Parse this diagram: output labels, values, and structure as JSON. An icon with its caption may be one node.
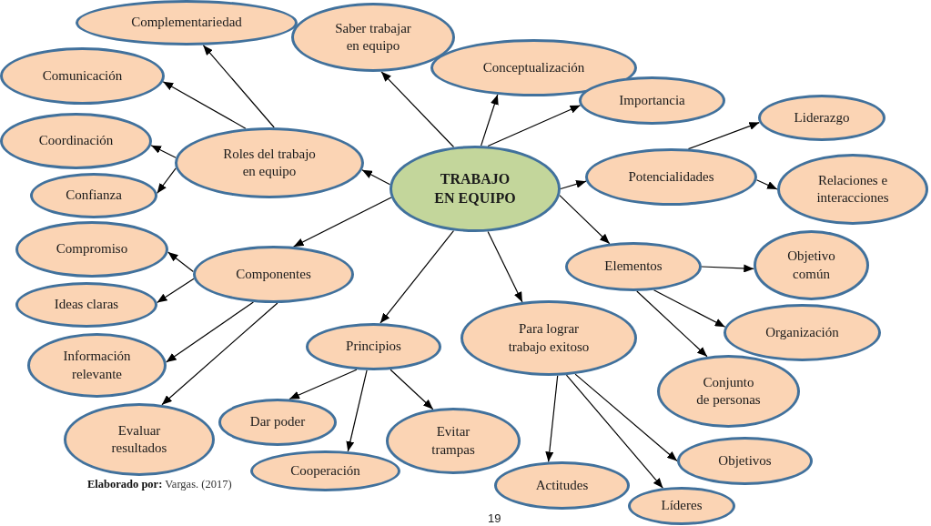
{
  "diagram": {
    "caption": "**Elaborado por:** Vargas. (2017)",
    "nodes": [
      {
        "text": [
          "TRABAJO EN EQUIPO"
        ]
      },
      {
        "text": [
          "Complementariedad"
        ]
      },
      {
        "text": [
          "Saber trabajar en equipo"
        ]
      },
      {
        "text": [
          "Conceptualización"
        ]
      },
      {
        "text": [
          "Importancia"
        ]
      },
      {
        "text": [
          "Roles del trabajo en equipo"
        ]
      },
      {
        "text": [
          "Comunicación"
        ]
      },
      {
        "text": [
          "Coordinación"
        ]
      },
      {
        "text": [
          "Confianza"
        ]
      },
      {
        "text": [
          "Potencialidades"
        ]
      },
      {
        "text": [
          "Liderazgo"
        ]
      },
      {
        "text": [
          "Relaciones e interacciones"
        ]
      },
      {
        "text": [
          "Componentes"
        ]
      },
      {
        "text": [
          "Compromiso"
        ]
      },
      {
        "text": [
          "Ideas claras"
        ]
      },
      {
        "text": [
          "Información relevante"
        ]
      },
      {
        "text": [
          "Evaluar resultados"
        ]
      },
      {
        "text": [
          "Principios"
        ]
      },
      {
        "text": [
          "Dar poder"
        ]
      },
      {
        "text": [
          "Cooperación"
        ]
      },
      {
        "text": [
          "Evitar trampas"
        ]
      },
      {
        "text": [
          "Para lograr trabajo exitoso"
        ]
      },
      {
        "text": [
          "Actitudes"
        ]
      },
      {
        "text": [
          "Líderes"
        ]
      },
      {
        "text": [
          "Objetivos"
        ]
      },
      {
        "text": [
          "Elementos"
        ]
      },
      {
        "text": [
          "Objetivo común"
        ]
      },
      {
        "text": [
          "Organización"
        ]
      },
      {
        "text": [
          "Conjunto de personas"
        ]
      }
    ],
    "edges": [
      {
        "from": 0,
        "to": 2,
        "arrow": "to"
      },
      {
        "from": 0,
        "to": 3,
        "arrow": "to"
      },
      {
        "from": 0,
        "to": 4,
        "arrow": "to"
      },
      {
        "from": 0,
        "to": 5,
        "arrow": "to"
      },
      {
        "from": 0,
        "to": 9,
        "arrow": "to"
      },
      {
        "from": 0,
        "to": 12,
        "arrow": "to"
      },
      {
        "from": 0,
        "to": 17,
        "arrow": "to"
      },
      {
        "from": 0,
        "to": 21,
        "arrow": "to"
      },
      {
        "from": 0,
        "to": 25,
        "arrow": "to"
      },
      {
        "from": 5,
        "to": 1,
        "arrow": "to"
      },
      {
        "from": 5,
        "to": 6,
        "arrow": "to"
      },
      {
        "from": 5,
        "to": 7,
        "arrow": "to"
      },
      {
        "from": 5,
        "to": 8,
        "arrow": "to"
      },
      {
        "from": 9,
        "to": 10,
        "arrow": "to"
      },
      {
        "from": 9,
        "to": 11,
        "arrow": "to"
      },
      {
        "from": 12,
        "to": 13,
        "arrow": "to"
      },
      {
        "from": 12,
        "to": 14,
        "arrow": "to"
      },
      {
        "from": 12,
        "to": 15,
        "arrow": "to"
      },
      {
        "from": 12,
        "to": 16,
        "arrow": "to"
      },
      {
        "from": 17,
        "to": 18,
        "arrow": "to"
      },
      {
        "from": 17,
        "to": 19,
        "arrow": "to"
      },
      {
        "from": 17,
        "to": 20,
        "arrow": "to"
      },
      {
        "from": 21,
        "to": 22,
        "arrow": "to"
      },
      {
        "from": 21,
        "to": 23,
        "arrow": "to"
      },
      {
        "from": 21,
        "to": 24,
        "arrow": "to"
      },
      {
        "from": 25,
        "to": 26,
        "arrow": "to"
      },
      {
        "from": 25,
        "to": 27,
        "arrow": "to"
      },
      {
        "from": 25,
        "to": 28,
        "arrow": "to"
      }
    ],
    "labels": [
      "19"
    ]
  }
}
